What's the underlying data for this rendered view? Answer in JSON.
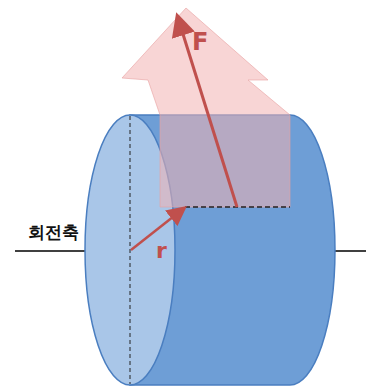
{
  "diagram": {
    "labels": [
      "F",
      "회전축",
      "r"
    ]
  }
}
